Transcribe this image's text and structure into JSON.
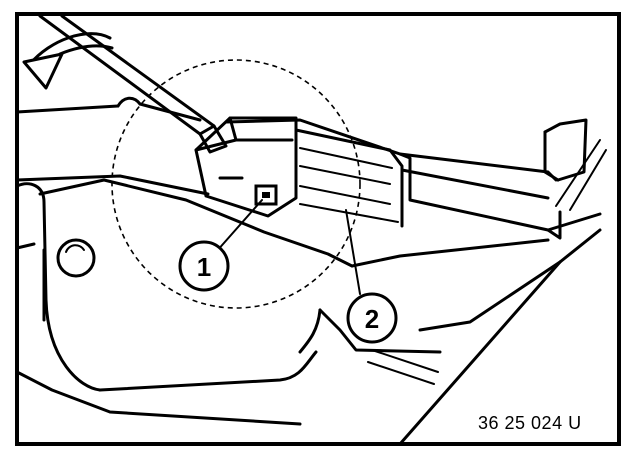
{
  "figure": {
    "callouts": [
      {
        "number": "1"
      },
      {
        "number": "2"
      }
    ],
    "reference_code": "36 25 024 U"
  }
}
